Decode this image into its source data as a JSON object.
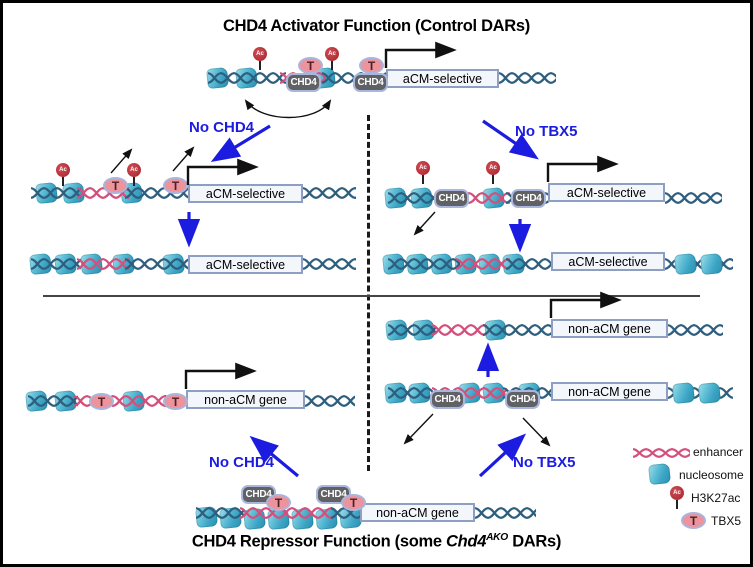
{
  "titles": {
    "top": "CHD4 Activator Function (Control DARs)",
    "bottom_prefix": "CHD4 Repressor Function (some ",
    "bottom_gene_italic": "Chd4",
    "bottom_superscript": "AKO",
    "bottom_suffix": " DARs)"
  },
  "labels": {
    "chd4": "CHD4",
    "tbx5_t": "T",
    "ac": "Ac"
  },
  "genes": {
    "acm_selective": "aCM-selective",
    "non_acm": "non-aCM gene"
  },
  "perturbations": {
    "no_chd4": "No CHD4",
    "no_tbx5": "No TBX5"
  },
  "legend": {
    "enhancer": "enhancer",
    "nucleosome": "nucleosome",
    "h3k27ac": "H3K27ac",
    "tbx5": "TBX5"
  },
  "colors": {
    "accent_blue": "#1c1ce0",
    "dna": "#2f5f7f",
    "enhancer_pink": "#d4507c",
    "nucleosome_teal": "#45acc9",
    "chd4_gray": "#606164",
    "chd4_border": "#aab6de",
    "tbx5_fill": "#ec939b",
    "tbx5_border": "#aab4dd",
    "ac_red": "#b3343c",
    "gene_box_fill": "#f3f6fb",
    "gene_box_border": "#8e9fc4",
    "arrow_black": "#111111"
  }
}
